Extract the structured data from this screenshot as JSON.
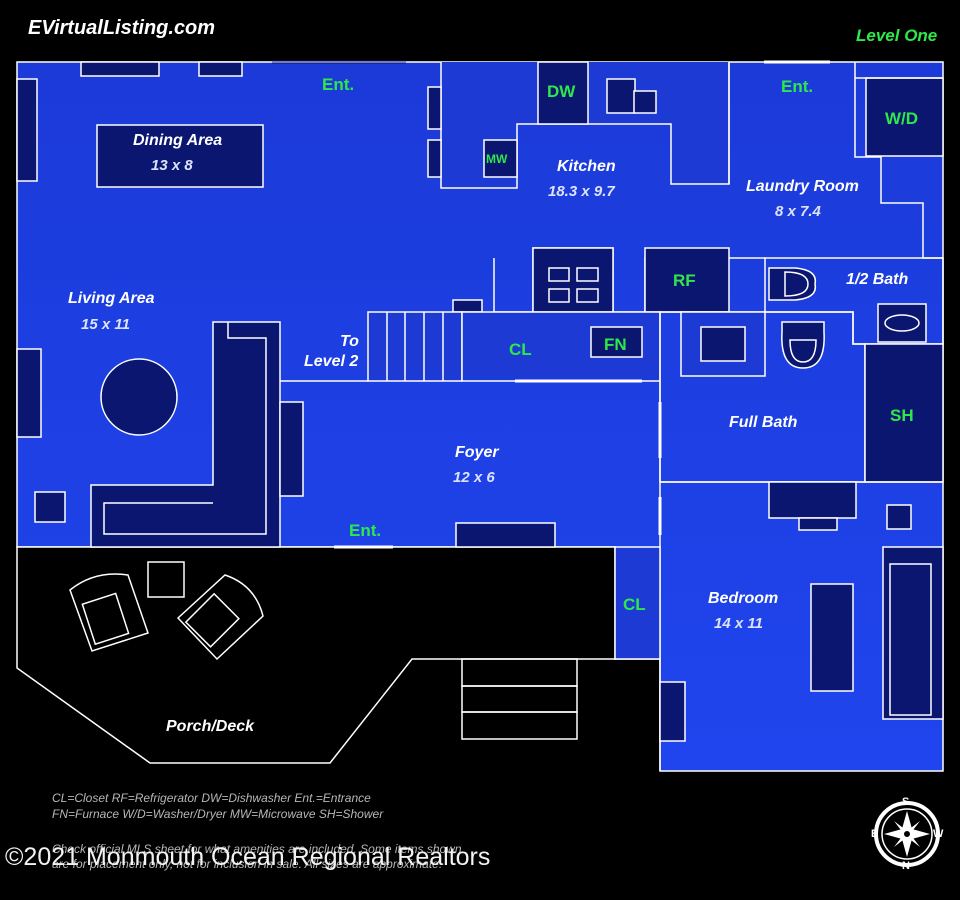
{
  "header": {
    "site": "EVirtualListing.com",
    "level": "Level One"
  },
  "rooms": {
    "dining": {
      "name": "Dining Area",
      "dim": "13 x 8"
    },
    "kitchen": {
      "name": "Kitchen",
      "dim": "18.3 x 9.7"
    },
    "laundry": {
      "name": "Laundry Room",
      "dim": "8 x 7.4"
    },
    "living": {
      "name": "Living Area",
      "dim": "15 x 11"
    },
    "foyer": {
      "name": "Foyer",
      "dim": "12 x 6"
    },
    "halfbath": {
      "name": "1/2 Bath"
    },
    "fullbath": {
      "name": "Full Bath"
    },
    "bedroom": {
      "name": "Bedroom",
      "dim": "14 x 11"
    },
    "porch": {
      "name": "Porch/Deck"
    },
    "stairs": {
      "line1": "To",
      "line2": "Level 2"
    }
  },
  "codes": {
    "ent1": "Ent.",
    "ent2": "Ent.",
    "ent3": "Ent.",
    "dw": "DW",
    "mw": "MW",
    "wd": "W/D",
    "rf": "RF",
    "cl1": "CL",
    "fn": "FN",
    "sh": "SH",
    "cl2": "CL"
  },
  "legend": {
    "line1": "CL=Closet RF=Refrigerator  DW=Dishwasher  Ent.=Entrance",
    "line2": "FN=Furnace  W/D=Washer/Dryer  MW=Microwave  SH=Shower",
    "line3": "Check official MLS sheet for what amenities are included. Some items shown",
    "line4": "are for placement only, not for inclusion in sale. All sizes are approximate."
  },
  "watermark": "©2021 Monmouth Ocean Regional Realtors",
  "compass": {
    "n": "N",
    "s": "S",
    "e": "E",
    "w": "W"
  },
  "colors": {
    "floor_top": "#1a3ae6",
    "floor_bottom": "#1e35c8",
    "furniture": "#0a1670",
    "line": "#ffffff",
    "label_green": "#2ee84a"
  }
}
